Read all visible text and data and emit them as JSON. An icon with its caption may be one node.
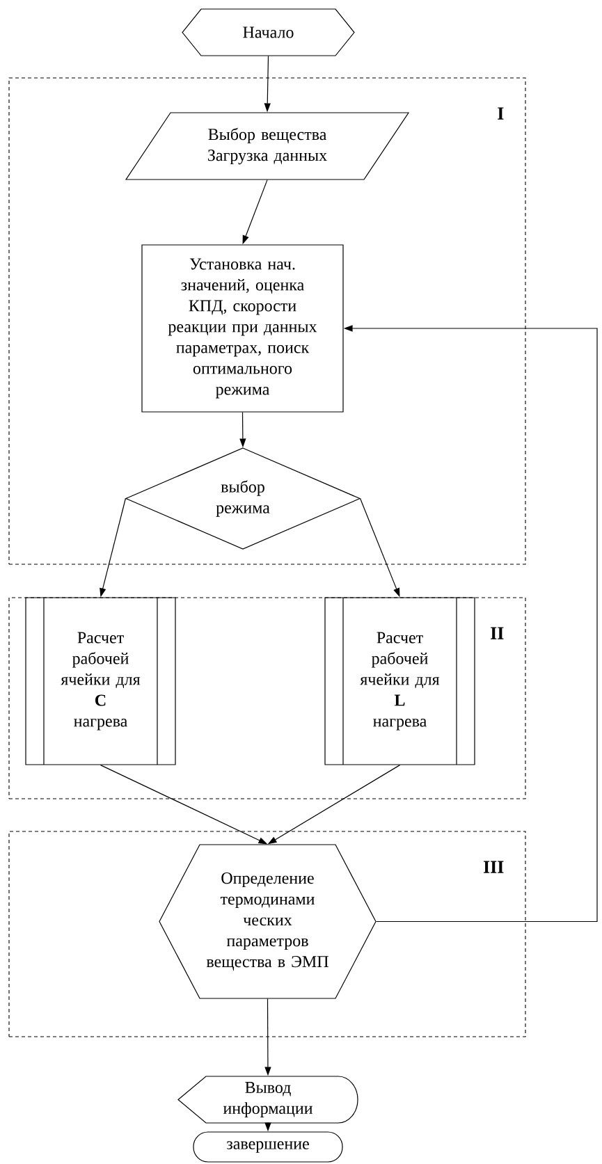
{
  "diagram": {
    "nodes": [
      {
        "text": [
          "Начало"
        ]
      },
      {
        "text": [
          "I"
        ]
      },
      {
        "text": [
          "Выбор вещества",
          "Загрузка данных"
        ],
        "in": 1
      },
      {
        "text": [
          "Установка нач. значений, оценка КПД, скорости реакции при данных параметрах, поиск оптимального режима"
        ],
        "in": 1
      },
      {
        "text": [
          "выбор режима"
        ],
        "in": 1
      },
      {
        "text": [
          "II"
        ]
      },
      {
        "text": [
          "Расчет рабочей ячейки для",
          "**C**",
          "нагрева"
        ],
        "in": 5
      },
      {
        "text": [
          "Расчет рабочей ячейки для",
          "**L**",
          "нагрева"
        ],
        "in": 5
      },
      {
        "text": [
          "III"
        ]
      },
      {
        "text": [
          "Определение термодинами ческих параметров вещества в ЭМП"
        ],
        "in": 8
      },
      {
        "text": [
          "Вывод информации"
        ]
      },
      {
        "text": [
          "завершение"
        ]
      }
    ],
    "edges": [
      {
        "from": 0,
        "to": 2,
        "arrow": "to"
      },
      {
        "from": 2,
        "to": 3,
        "arrow": "to"
      },
      {
        "from": 3,
        "to": 4,
        "arrow": "to"
      },
      {
        "from": 4,
        "to": 6,
        "arrow": "to"
      },
      {
        "from": 4,
        "to": 7,
        "arrow": "to"
      },
      {
        "from": 6,
        "to": 9,
        "arrow": "to"
      },
      {
        "from": 7,
        "to": 9,
        "arrow": "to"
      },
      {
        "from": 9,
        "to": 10,
        "arrow": "to"
      },
      {
        "from": 10,
        "to": 11,
        "arrow": "to"
      },
      {
        "from": 9,
        "to": 3,
        "arrow": "to"
      }
    ]
  }
}
